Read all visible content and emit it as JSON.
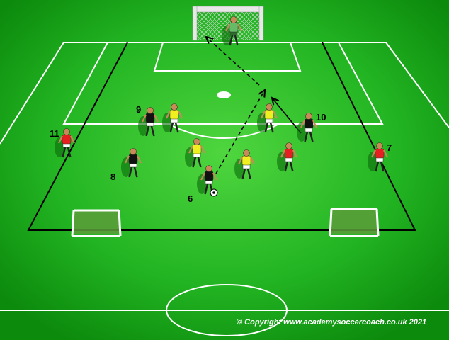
{
  "colors": {
    "pitch_dark": "#0f9a0f",
    "pitch_light": "#44d63a",
    "line": "#ffffff",
    "grid_line": "#000000",
    "red_team": "#e62020",
    "black_team": "#111111",
    "yellow_team": "#f0f020",
    "goalkeeper": "#66bb66"
  },
  "player_numbers": {
    "p9": "9",
    "p10": "10",
    "p11": "11",
    "p8": "8",
    "p7": "7",
    "p6": "6"
  },
  "copyright": "© Copyright www.academysoccercoach.co.uk 2021"
}
